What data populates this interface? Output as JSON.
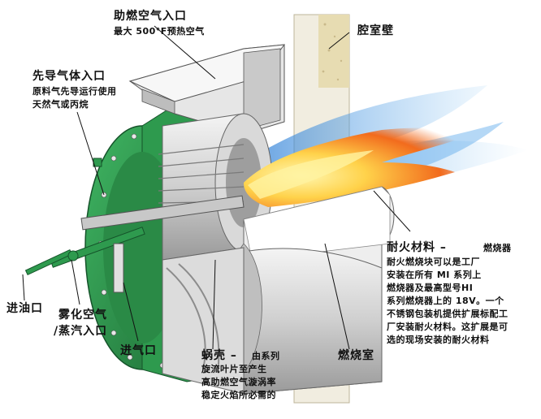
{
  "colors": {
    "housing_green": "#2e9a4e",
    "housing_dark": "#1f6e37",
    "metal": "#d4d4d4",
    "metal_dark": "#8c8c8c",
    "refractory": "#e7dcb2",
    "flame_core": "#ffd24a",
    "flame_orange": "#f26b1d",
    "flame_blue": "#2f7fd6",
    "line": "#111111"
  },
  "labels": {
    "combustion_air_inlet": {
      "title": "助燃空气入口",
      "sub": "最大 500°F预热空气"
    },
    "chamber_wall": {
      "title": "腔室壁"
    },
    "pilot_gas_inlet": {
      "title": "先导气体入口",
      "sub1": "原料气先导运行使用",
      "sub2": "天然气或丙烷"
    },
    "oil_inlet": {
      "title": "进油口"
    },
    "atomizing_air": {
      "title1": "雾化空气",
      "title2": "/蒸汽入口"
    },
    "gas_inlet": {
      "title": "进气口"
    },
    "volute": {
      "title": "蜗壳 –",
      "sub0": "由系列",
      "sub1": "旋流叶片至产生",
      "sub2": "高助燃空气漩涡率",
      "sub3": "稳定火焰所必需的"
    },
    "combustion_chamber": {
      "title": "燃烧室"
    },
    "refractory": {
      "title": "耐火材料 –",
      "sub0": "燃烧器",
      "lines": [
        "耐火燃烧块可以是工厂",
        "安装在所有 MI 系列上",
        "燃烧器及最高型号HI",
        "系列燃烧器上的 18V。一个",
        "不锈钢包装机提供扩展标配工",
        "厂安装耐火材料。这扩展是可",
        "选的现场安装的耐火材料"
      ]
    }
  }
}
